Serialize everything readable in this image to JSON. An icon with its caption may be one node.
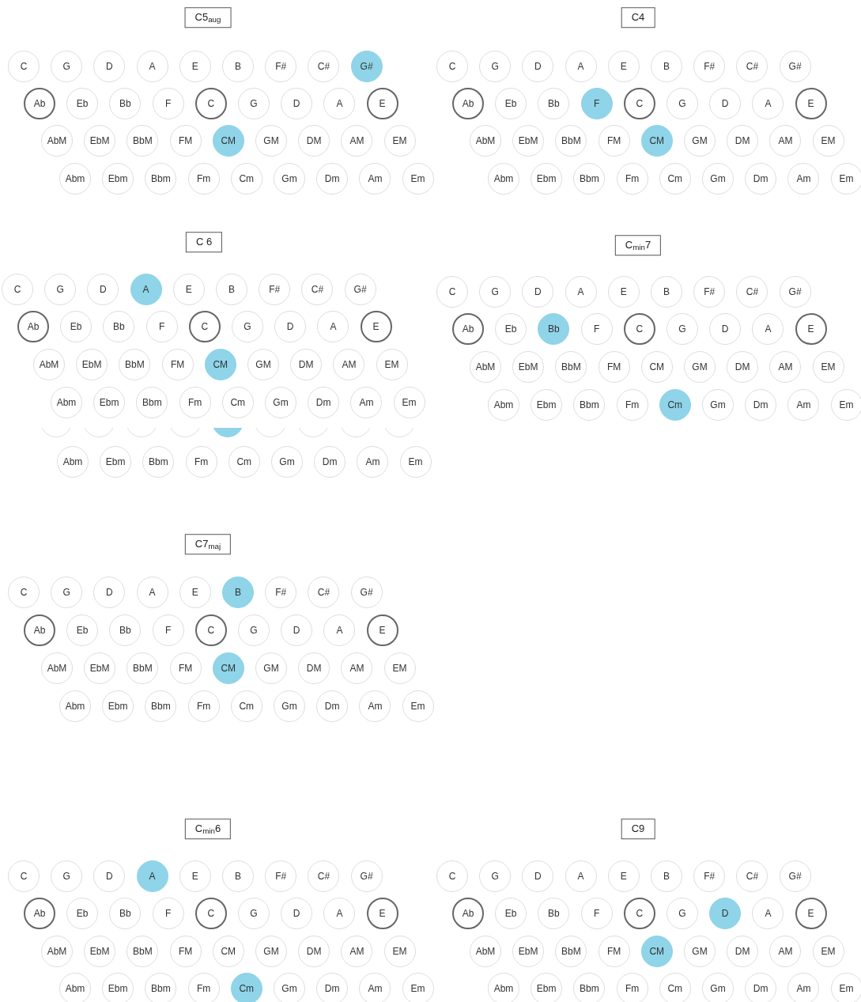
{
  "diagram": {
    "nodes": [
      {
        "text": [
          "C5$_{aug}$"
        ]
      },
      {
        "text": [
          "C"
        ]
      },
      {
        "text": [
          "G"
        ]
      },
      {
        "text": [
          "D"
        ]
      },
      {
        "text": [
          "A"
        ]
      },
      {
        "text": [
          "E"
        ]
      },
      {
        "text": [
          "B"
        ]
      },
      {
        "text": [
          "F#"
        ]
      },
      {
        "text": [
          "C#"
        ]
      },
      {
        "text": [
          "G#"
        ]
      },
      {
        "text": [
          "Ab"
        ]
      },
      {
        "text": [
          "Eb"
        ]
      },
      {
        "text": [
          "Bb"
        ]
      },
      {
        "text": [
          "F"
        ]
      },
      {
        "text": [
          "C"
        ]
      },
      {
        "text": [
          "G"
        ]
      },
      {
        "text": [
          "D"
        ]
      },
      {
        "text": [
          "A"
        ]
      },
      {
        "text": [
          "E"
        ]
      },
      {
        "text": [
          "AbM"
        ]
      },
      {
        "text": [
          "EbM"
        ]
      },
      {
        "text": [
          "BbM"
        ]
      },
      {
        "text": [
          "FM"
        ]
      },
      {
        "text": [
          "CM"
        ]
      },
      {
        "text": [
          "GM"
        ]
      },
      {
        "text": [
          "DM"
        ]
      },
      {
        "text": [
          "AM"
        ]
      },
      {
        "text": [
          "EM"
        ]
      },
      {
        "text": [
          "Abm"
        ]
      },
      {
        "text": [
          "Ebm"
        ]
      },
      {
        "text": [
          "Bbm"
        ]
      },
      {
        "text": [
          "Fm"
        ]
      },
      {
        "text": [
          "Cm"
        ]
      },
      {
        "text": [
          "Gm"
        ]
      },
      {
        "text": [
          "Dm"
        ]
      },
      {
        "text": [
          "Am"
        ]
      },
      {
        "text": [
          "Em"
        ]
      },
      {
        "text": [
          "C4"
        ]
      },
      {
        "text": [
          "C"
        ]
      },
      {
        "text": [
          "G"
        ]
      },
      {
        "text": [
          "D"
        ]
      },
      {
        "text": [
          "A"
        ]
      },
      {
        "text": [
          "E"
        ]
      },
      {
        "text": [
          "B"
        ]
      },
      {
        "text": [
          "F#"
        ]
      },
      {
        "text": [
          "C#"
        ]
      },
      {
        "text": [
          "G#"
        ]
      },
      {
        "text": [
          "Ab"
        ]
      },
      {
        "text": [
          "Eb"
        ]
      },
      {
        "text": [
          "Bb"
        ]
      },
      {
        "text": [
          "F"
        ]
      },
      {
        "text": [
          "C"
        ]
      },
      {
        "text": [
          "G"
        ]
      },
      {
        "text": [
          "D"
        ]
      },
      {
        "text": [
          "A"
        ]
      },
      {
        "text": [
          "E"
        ]
      },
      {
        "text": [
          "AbM"
        ]
      },
      {
        "text": [
          "EbM"
        ]
      },
      {
        "text": [
          "BbM"
        ]
      },
      {
        "text": [
          "FM"
        ]
      },
      {
        "text": [
          "CM"
        ]
      },
      {
        "text": [
          "GM"
        ]
      },
      {
        "text": [
          "DM"
        ]
      },
      {
        "text": [
          "AM"
        ]
      },
      {
        "text": [
          "EM"
        ]
      },
      {
        "text": [
          "Abm"
        ]
      },
      {
        "text": [
          "Ebm"
        ]
      },
      {
        "text": [
          "Bbm"
        ]
      },
      {
        "text": [
          "Fm"
        ]
      },
      {
        "text": [
          "Cm"
        ]
      },
      {
        "text": [
          "Gm"
        ]
      },
      {
        "text": [
          "Dm"
        ]
      },
      {
        "text": [
          "Am"
        ]
      },
      {
        "text": [
          "Em"
        ]
      },
      {
        "text": [
          "C 6"
        ]
      },
      {
        "text": [
          "C"
        ]
      },
      {
        "text": [
          "G"
        ]
      },
      {
        "text": [
          "D"
        ]
      },
      {
        "text": [
          "A"
        ]
      },
      {
        "text": [
          "E"
        ]
      },
      {
        "text": [
          "B"
        ]
      },
      {
        "text": [
          "F#"
        ]
      },
      {
        "text": [
          "C#"
        ]
      },
      {
        "text": [
          "G#"
        ]
      },
      {
        "text": [
          "Ab"
        ]
      },
      {
        "text": [
          "Eb"
        ]
      },
      {
        "text": [
          "Bb"
        ]
      },
      {
        "text": [
          "F"
        ]
      },
      {
        "text": [
          "C"
        ]
      },
      {
        "text": [
          "G"
        ]
      },
      {
        "text": [
          "D"
        ]
      },
      {
        "text": [
          "A"
        ]
      },
      {
        "text": [
          "E"
        ]
      },
      {
        "text": [
          "AbM"
        ]
      },
      {
        "text": [
          "EbM"
        ]
      },
      {
        "text": [
          "BbM"
        ]
      },
      {
        "text": [
          "FM"
        ]
      },
      {
        "text": [
          "CM"
        ]
      },
      {
        "text": [
          "GM"
        ]
      },
      {
        "text": [
          "DM"
        ]
      },
      {
        "text": [
          "AM"
        ]
      },
      {
        "text": [
          "EM"
        ]
      },
      {
        "text": [
          "Abm"
        ]
      },
      {
        "text": [
          "Ebm"
        ]
      },
      {
        "text": [
          "Bbm"
        ]
      },
      {
        "text": [
          "Fm"
        ]
      },
      {
        "text": [
          "Cm"
        ]
      },
      {
        "text": [
          "Gm"
        ]
      },
      {
        "text": [
          "Dm"
        ]
      },
      {
        "text": [
          "Am"
        ]
      },
      {
        "text": [
          "Em"
        ]
      },
      {
        "text": [],
        "shape": "circle"
      },
      {
        "text": [],
        "shape": "circle"
      },
      {
        "text": [],
        "shape": "circle"
      },
      {
        "text": [],
        "shape": "circle"
      },
      {
        "text": [],
        "shape": "circle"
      },
      {
        "text": [],
        "shape": "circle"
      },
      {
        "text": [],
        "shape": "circle"
      },
      {
        "text": [],
        "shape": "circle"
      },
      {
        "text": [],
        "shape": "circle"
      },
      {
        "text": [
          "Abm"
        ]
      },
      {
        "text": [
          "Ebm"
        ]
      },
      {
        "text": [
          "Bbm"
        ]
      },
      {
        "text": [
          "Fm"
        ]
      },
      {
        "text": [
          "Cm"
        ]
      },
      {
        "text": [
          "Gm"
        ]
      },
      {
        "text": [
          "Dm"
        ]
      },
      {
        "text": [
          "Am"
        ]
      },
      {
        "text": [
          "Em"
        ]
      },
      {
        "text": [
          "C$_{min}$7"
        ]
      },
      {
        "text": [
          "C"
        ]
      },
      {
        "text": [
          "G"
        ]
      },
      {
        "text": [
          "D"
        ]
      },
      {
        "text": [
          "A"
        ]
      },
      {
        "text": [
          "E"
        ]
      },
      {
        "text": [
          "B"
        ]
      },
      {
        "text": [
          "F#"
        ]
      },
      {
        "text": [
          "C#"
        ]
      },
      {
        "text": [
          "G#"
        ]
      },
      {
        "text": [
          "Ab"
        ]
      },
      {
        "text": [
          "Eb"
        ]
      },
      {
        "text": [
          "Bb"
        ]
      },
      {
        "text": [
          "F"
        ]
      },
      {
        "text": [
          "C"
        ]
      },
      {
        "text": [
          "G"
        ]
      },
      {
        "text": [
          "D"
        ]
      },
      {
        "text": [
          "A"
        ]
      },
      {
        "text": [
          "E"
        ]
      },
      {
        "text": [
          "AbM"
        ]
      },
      {
        "text": [
          "EbM"
        ]
      },
      {
        "text": [
          "BbM"
        ]
      },
      {
        "text": [
          "FM"
        ]
      },
      {
        "text": [
          "CM"
        ]
      },
      {
        "text": [
          "GM"
        ]
      },
      {
        "text": [
          "DM"
        ]
      },
      {
        "text": [
          "AM"
        ]
      },
      {
        "text": [
          "EM"
        ]
      },
      {
        "text": [
          "Abm"
        ]
      },
      {
        "text": [
          "Ebm"
        ]
      },
      {
        "text": [
          "Bbm"
        ]
      },
      {
        "text": [
          "Fm"
        ]
      },
      {
        "text": [
          "Cm"
        ]
      },
      {
        "text": [
          "Gm"
        ]
      },
      {
        "text": [
          "Dm"
        ]
      },
      {
        "text": [
          "Am"
        ]
      },
      {
        "text": [
          "Em"
        ]
      },
      {
        "text": [
          "C7$_{maj}$"
        ]
      },
      {
        "text": [
          "C"
        ]
      },
      {
        "text": [
          "G"
        ]
      },
      {
        "text": [
          "D"
        ]
      },
      {
        "text": [
          "A"
        ]
      },
      {
        "text": [
          "E"
        ]
      },
      {
        "text": [
          "B"
        ]
      },
      {
        "text": [
          "F#"
        ]
      },
      {
        "text": [
          "C#"
        ]
      },
      {
        "text": [
          "G#"
        ]
      },
      {
        "text": [
          "Ab"
        ]
      },
      {
        "text": [
          "Eb"
        ]
      },
      {
        "text": [
          "Bb"
        ]
      },
      {
        "text": [
          "F"
        ]
      },
      {
        "text": [
          "C"
        ]
      },
      {
        "text": [
          "G"
        ]
      },
      {
        "text": [
          "D"
        ]
      },
      {
        "text": [
          "A"
        ]
      },
      {
        "text": [
          "E"
        ]
      },
      {
        "text": [
          "AbM"
        ]
      },
      {
        "text": [
          "EbM"
        ]
      },
      {
        "text": [
          "BbM"
        ]
      },
      {
        "text": [
          "FM"
        ]
      },
      {
        "text": [
          "CM"
        ]
      },
      {
        "text": [
          "GM"
        ]
      },
      {
        "text": [
          "DM"
        ]
      },
      {
        "text": [
          "AM"
        ]
      },
      {
        "text": [
          "EM"
        ]
      },
      {
        "text": [
          "Abm"
        ]
      },
      {
        "text": [
          "Ebm"
        ]
      },
      {
        "text": [
          "Bbm"
        ]
      },
      {
        "text": [
          "Fm"
        ]
      },
      {
        "text": [
          "Cm"
        ]
      },
      {
        "text": [
          "Gm"
        ]
      },
      {
        "text": [
          "Dm"
        ]
      },
      {
        "text": [
          "Am"
        ]
      },
      {
        "text": [
          "Em"
        ]
      },
      {
        "text": [
          "C$_{min}$6"
        ]
      },
      {
        "text": [
          "C"
        ]
      },
      {
        "text": [
          "G"
        ]
      },
      {
        "text": [
          "D"
        ]
      },
      {
        "text": [
          "A"
        ]
      },
      {
        "text": [
          "E"
        ]
      },
      {
        "text": [
          "B"
        ]
      },
      {
        "text": [
          "F#"
        ]
      },
      {
        "text": [
          "C#"
        ]
      },
      {
        "text": [
          "G#"
        ]
      },
      {
        "text": [
          "Ab"
        ]
      },
      {
        "text": [
          "Eb"
        ]
      },
      {
        "text": [
          "Bb"
        ]
      },
      {
        "text": [
          "F"
        ]
      },
      {
        "text": [
          "C"
        ]
      },
      {
        "text": [
          "G"
        ]
      },
      {
        "text": [
          "D"
        ]
      },
      {
        "text": [
          "A"
        ]
      },
      {
        "text": [
          "E"
        ]
      },
      {
        "text": [
          "AbM"
        ]
      },
      {
        "text": [
          "EbM"
        ]
      },
      {
        "text": [
          "BbM"
        ]
      },
      {
        "text": [
          "FM"
        ]
      },
      {
        "text": [
          "CM"
        ]
      },
      {
        "text": [
          "GM"
        ]
      },
      {
        "text": [
          "DM"
        ]
      },
      {
        "text": [
          "AM"
        ]
      },
      {
        "text": [
          "EM"
        ]
      },
      {
        "text": [
          "Abm"
        ]
      },
      {
        "text": [
          "Ebm"
        ]
      },
      {
        "text": [
          "Bbm"
        ]
      },
      {
        "text": [
          "Fm"
        ]
      },
      {
        "text": [
          "Cm"
        ]
      },
      {
        "text": [
          "Gm"
        ]
      },
      {
        "text": [
          "Dm"
        ]
      },
      {
        "text": [
          "Am"
        ]
      },
      {
        "text": [
          "Em"
        ]
      },
      {
        "text": [
          "C9"
        ]
      },
      {
        "text": [
          "C"
        ]
      },
      {
        "text": [
          "G"
        ]
      },
      {
        "text": [
          "D"
        ]
      },
      {
        "text": [
          "A"
        ]
      },
      {
        "text": [
          "E"
        ]
      },
      {
        "text": [
          "B"
        ]
      },
      {
        "text": [
          "F#"
        ]
      },
      {
        "text": [
          "C#"
        ]
      },
      {
        "text": [
          "G#"
        ]
      },
      {
        "text": [
          "Ab"
        ]
      },
      {
        "text": [
          "Eb"
        ]
      },
      {
        "text": [
          "Bb"
        ]
      },
      {
        "text": [
          "F"
        ]
      },
      {
        "text": [
          "C"
        ]
      },
      {
        "text": [
          "G"
        ]
      },
      {
        "text": [
          "D"
        ]
      },
      {
        "text": [
          "A"
        ]
      },
      {
        "text": [
          "E"
        ]
      },
      {
        "text": [
          "AbM"
        ]
      },
      {
        "text": [
          "EbM"
        ]
      },
      {
        "text": [
          "BbM"
        ]
      },
      {
        "text": [
          "FM"
        ]
      },
      {
        "text": [
          "CM"
        ]
      },
      {
        "text": [
          "GM"
        ]
      },
      {
        "text": [
          "DM"
        ]
      },
      {
        "text": [
          "AM"
        ]
      },
      {
        "text": [
          "EM"
        ]
      },
      {
        "text": [
          "Abm"
        ]
      },
      {
        "text": [
          "Ebm"
        ]
      },
      {
        "text": [
          "Bbm"
        ]
      },
      {
        "text": [
          "Fm"
        ]
      },
      {
        "text": [
          "Cm"
        ]
      },
      {
        "text": [
          "Gm"
        ]
      },
      {
        "text": [
          "Dm"
        ]
      },
      {
        "text": [
          "Am"
        ]
      },
      {
        "text": [
          "Em"
        ]
      }
    ]
  }
}
